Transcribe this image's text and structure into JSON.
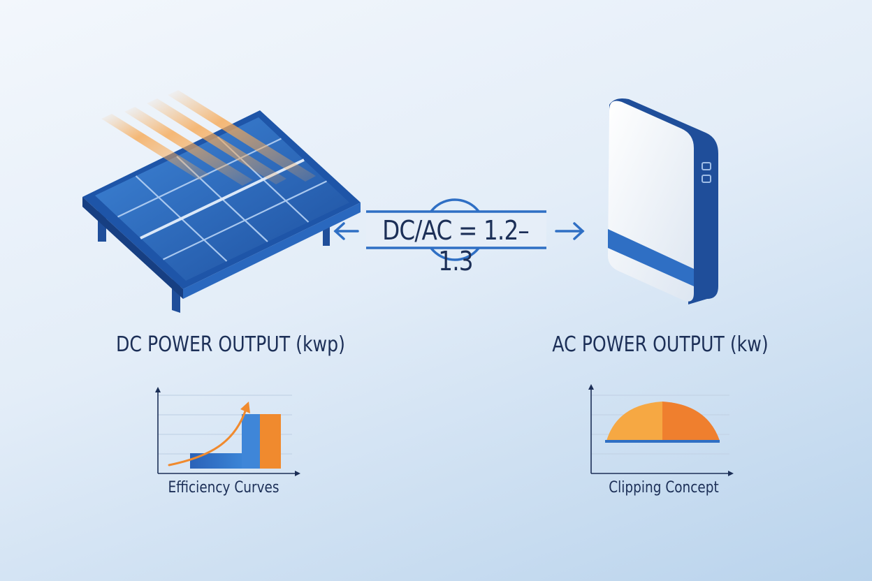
{
  "ratio": {
    "text": "DC/AC = 1.2–1.3"
  },
  "dc_side": {
    "label": "DC POWER OUTPUT (kwp)",
    "icon": "solar-panel-icon",
    "chart_caption": "Efficiency Curves"
  },
  "ac_side": {
    "label": "AC POWER OUTPUT (kw)",
    "icon": "inverter-icon",
    "chart_caption": "Clipping Concept"
  },
  "colors": {
    "navy": "#1c2f57",
    "blue": "#2f6fc4",
    "dark_blue": "#1f4e9a",
    "orange": "#f08a2e",
    "light_orange": "#f6a843"
  }
}
